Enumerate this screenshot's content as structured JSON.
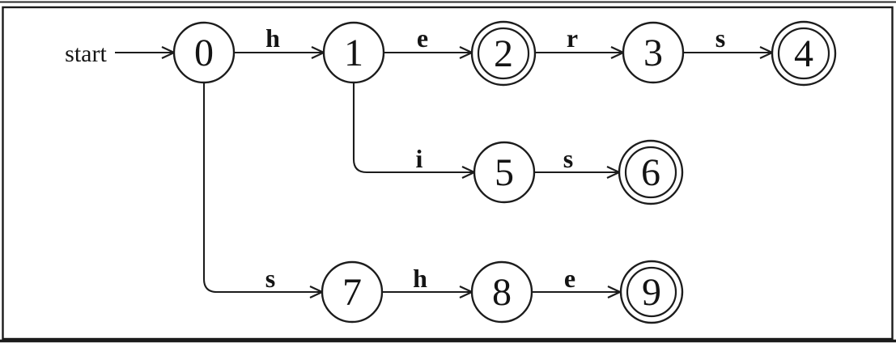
{
  "colors": {
    "ink": "#1c1c1c",
    "background": "#ffffff"
  },
  "figure": {
    "type": "finite-state-automaton",
    "start_label": "start",
    "states": [
      {
        "id": "0",
        "label": "0",
        "accepting": false
      },
      {
        "id": "1",
        "label": "1",
        "accepting": false
      },
      {
        "id": "2",
        "label": "2",
        "accepting": true
      },
      {
        "id": "3",
        "label": "3",
        "accepting": false
      },
      {
        "id": "4",
        "label": "4",
        "accepting": true
      },
      {
        "id": "5",
        "label": "5",
        "accepting": false
      },
      {
        "id": "6",
        "label": "6",
        "accepting": true
      },
      {
        "id": "7",
        "label": "7",
        "accepting": false
      },
      {
        "id": "8",
        "label": "8",
        "accepting": false
      },
      {
        "id": "9",
        "label": "9",
        "accepting": true
      }
    ],
    "transitions": [
      {
        "from": "0",
        "to": "1",
        "label": "h"
      },
      {
        "from": "1",
        "to": "2",
        "label": "e"
      },
      {
        "from": "2",
        "to": "3",
        "label": "r"
      },
      {
        "from": "3",
        "to": "4",
        "label": "s"
      },
      {
        "from": "1",
        "to": "5",
        "label": "i"
      },
      {
        "from": "5",
        "to": "6",
        "label": "s"
      },
      {
        "from": "0",
        "to": "7",
        "label": "s"
      },
      {
        "from": "7",
        "to": "8",
        "label": "h"
      },
      {
        "from": "8",
        "to": "9",
        "label": "e"
      }
    ]
  }
}
